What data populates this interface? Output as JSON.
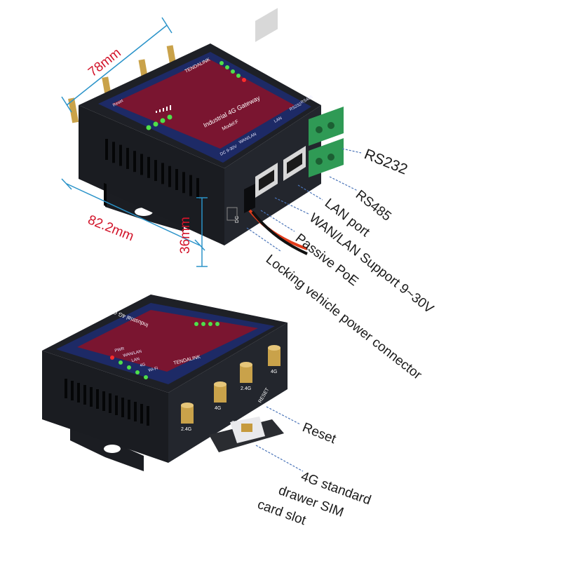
{
  "dimensions": {
    "width": "78mm",
    "depth": "82.2mm",
    "height": "36mm"
  },
  "device_labels": {
    "brand": "TENDALINK",
    "model_title": "Industrial 4G Gateway",
    "model_number": "Model:F",
    "power_input": "DC 9-30V",
    "wan_lan_port": "WAN/LAN",
    "lan_port": "LAN",
    "rs232_port": "RS232",
    "rs485_port": "RS485",
    "reset_text": "Reset",
    "led_wifi": "Wi-Fi",
    "led_4g": "4G",
    "led_lan": "LAN",
    "led_wan": "WAN/LAN",
    "led_pwr": "PWR",
    "ant_24g_left": "2.4G",
    "ant_4g_left": "4G",
    "ant_24g_right": "2.4G",
    "ant_4g_right": "4G",
    "sim_text": "SIM",
    "reset_side": "RESET",
    "dc_text": "DC"
  },
  "callouts": {
    "rs232": "RS232",
    "rs485": "RS485",
    "lan_port": "LAN port",
    "wan_lan": "WAN/LAN Support 9~30V",
    "passive_poe": "Passive PoE",
    "locking_connector": "Locking vehicle power connector",
    "reset": "Reset",
    "sim_line1": "4G standard",
    "sim_line2": "drawer SIM",
    "sim_line3": "card slot"
  },
  "colors": {
    "body": "#15171c",
    "panel": "#7a1530",
    "panel_stripe": "#1d2a66",
    "terminal": "#2f9a55",
    "dimension": "#2a93c9",
    "callout_line": "#4a74b8",
    "led_green": "#4ee04a",
    "led_red": "#ff2b2b",
    "antenna_gold": "#c9a24a"
  }
}
